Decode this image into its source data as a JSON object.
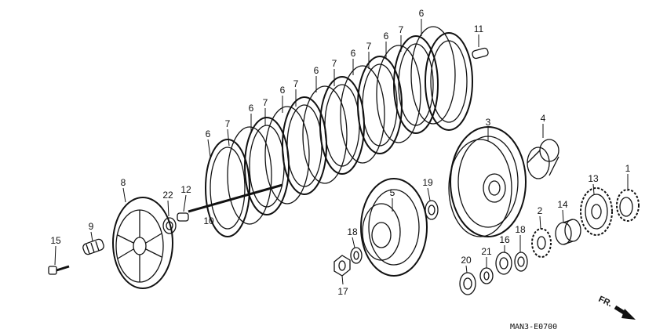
{
  "diagram_code": "MAN3-E0700",
  "direction_label": "FR.",
  "callouts": [
    {
      "id": "c-6a",
      "label": "6"
    },
    {
      "id": "c-7a",
      "label": "7"
    },
    {
      "id": "c-6b",
      "label": "6"
    },
    {
      "id": "c-7b",
      "label": "7"
    },
    {
      "id": "c-6c",
      "label": "6"
    },
    {
      "id": "c-7c",
      "label": "7"
    },
    {
      "id": "c-6d",
      "label": "6"
    },
    {
      "id": "c-7d",
      "label": "7"
    },
    {
      "id": "c-6e",
      "label": "6"
    },
    {
      "id": "c-7e",
      "label": "7"
    },
    {
      "id": "c-6f",
      "label": "6"
    },
    {
      "id": "c-7f",
      "label": "7"
    },
    {
      "id": "c-6g",
      "label": "6"
    },
    {
      "id": "c-11",
      "label": "11"
    },
    {
      "id": "c-3",
      "label": "3"
    },
    {
      "id": "c-4",
      "label": "4"
    },
    {
      "id": "c-8",
      "label": "8"
    },
    {
      "id": "c-22",
      "label": "22"
    },
    {
      "id": "c-12",
      "label": "12"
    },
    {
      "id": "c-10",
      "label": "10"
    },
    {
      "id": "c-5",
      "label": "5"
    },
    {
      "id": "c-19",
      "label": "19"
    },
    {
      "id": "c-9",
      "label": "9"
    },
    {
      "id": "c-15",
      "label": "15"
    },
    {
      "id": "c-18a",
      "label": "18"
    },
    {
      "id": "c-17",
      "label": "17"
    },
    {
      "id": "c-13",
      "label": "13"
    },
    {
      "id": "c-1",
      "label": "1"
    },
    {
      "id": "c-2",
      "label": "2"
    },
    {
      "id": "c-14",
      "label": "14"
    },
    {
      "id": "c-16",
      "label": "16"
    },
    {
      "id": "c-18b",
      "label": "18"
    },
    {
      "id": "c-20",
      "label": "20"
    },
    {
      "id": "c-21",
      "label": "21"
    }
  ]
}
